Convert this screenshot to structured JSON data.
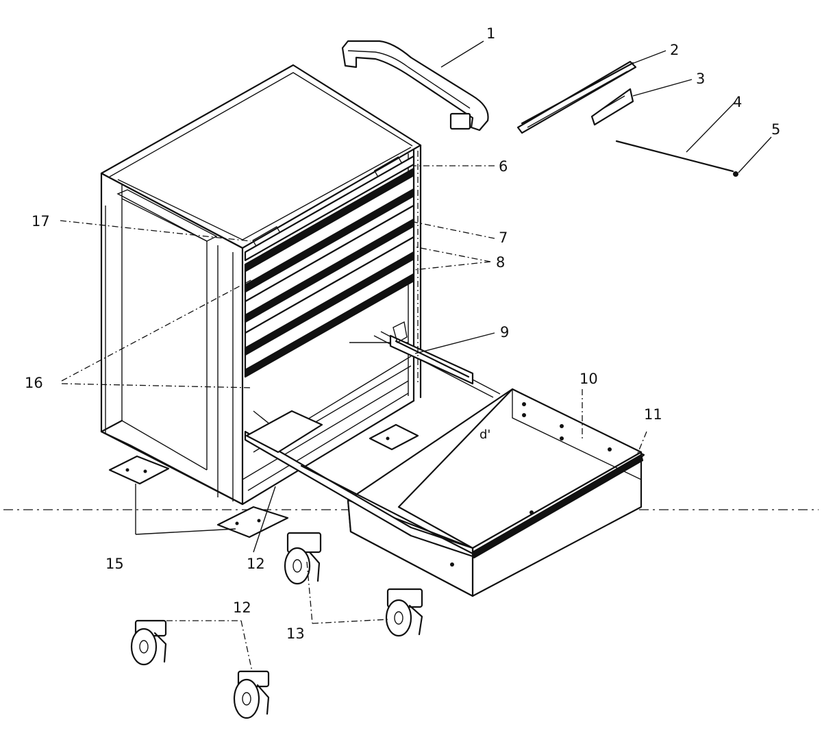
{
  "callouts": [
    {
      "id": "c1",
      "text": "1"
    },
    {
      "id": "c2",
      "text": "2"
    },
    {
      "id": "c3",
      "text": "3"
    },
    {
      "id": "c4",
      "text": "4"
    },
    {
      "id": "c5",
      "text": "5"
    },
    {
      "id": "c6",
      "text": "6"
    },
    {
      "id": "c7",
      "text": "7"
    },
    {
      "id": "c8",
      "text": "8"
    },
    {
      "id": "c9",
      "text": "9"
    },
    {
      "id": "c10",
      "text": "10"
    },
    {
      "id": "c11",
      "text": "11"
    },
    {
      "id": "c12a",
      "text": "12"
    },
    {
      "id": "c12b",
      "text": "12"
    },
    {
      "id": "c13",
      "text": "13"
    },
    {
      "id": "c15",
      "text": "15"
    },
    {
      "id": "c16",
      "text": "16"
    },
    {
      "id": "c17",
      "text": "17"
    }
  ]
}
